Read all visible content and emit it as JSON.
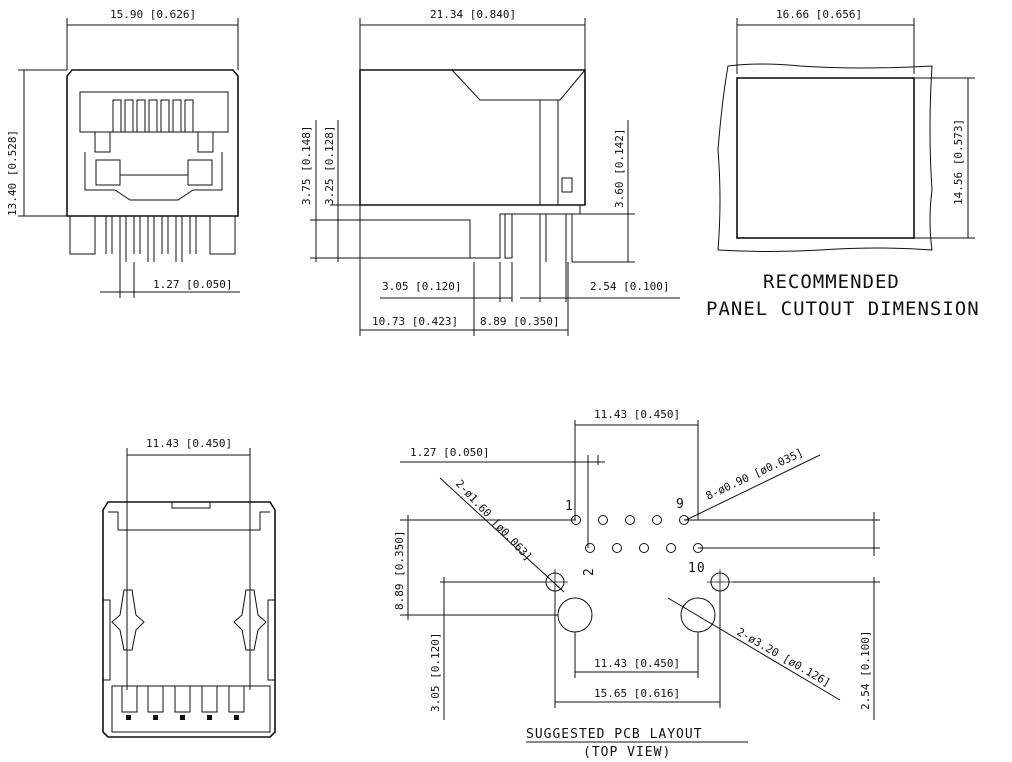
{
  "front_view": {
    "width": "15.90 [0.626]",
    "height": "13.40 [0.528]",
    "pin_pitch": "1.27 [0.050]"
  },
  "side_view": {
    "length": "21.34 [0.840]",
    "h1": "3.75 [0.148]",
    "h2": "3.25 [0.128]",
    "h3": "3.60 [0.142]",
    "d1": "3.05 [0.120]",
    "d2": "2.54 [0.100]",
    "d3": "10.73 [0.423]",
    "d4": "8.89 [0.350]"
  },
  "panel_cutout": {
    "width": "16.66 [0.656]",
    "height": "14.56 [0.573]",
    "title_line1": "RECOMMENDED",
    "title_line2": "PANEL CUTOUT DIMENSION"
  },
  "bottom_view": {
    "width": "11.43 [0.450]"
  },
  "pcb_layout": {
    "top_width": "11.43 [0.450]",
    "pitch": "1.27 [0.050]",
    "pin_holes": "8-ø0.90 [ø0.035]",
    "small_holes": "2-ø1.60 [ø0.063]",
    "large_holes": "2-ø3.20 [ø0.126]",
    "vert_spacing": "8.89 [0.350]",
    "offset": "3.05 [0.120]",
    "right_spacing": "2.54 [0.100]",
    "hole_spacing": "11.43 [0.450]",
    "outer_spacing": "15.65 [0.616]",
    "pin1": "1",
    "pin2": "2",
    "pin9": "9",
    "pin10": "10",
    "title": "SUGGESTED PCB LAYOUT",
    "subtitle": "(TOP VIEW)"
  }
}
